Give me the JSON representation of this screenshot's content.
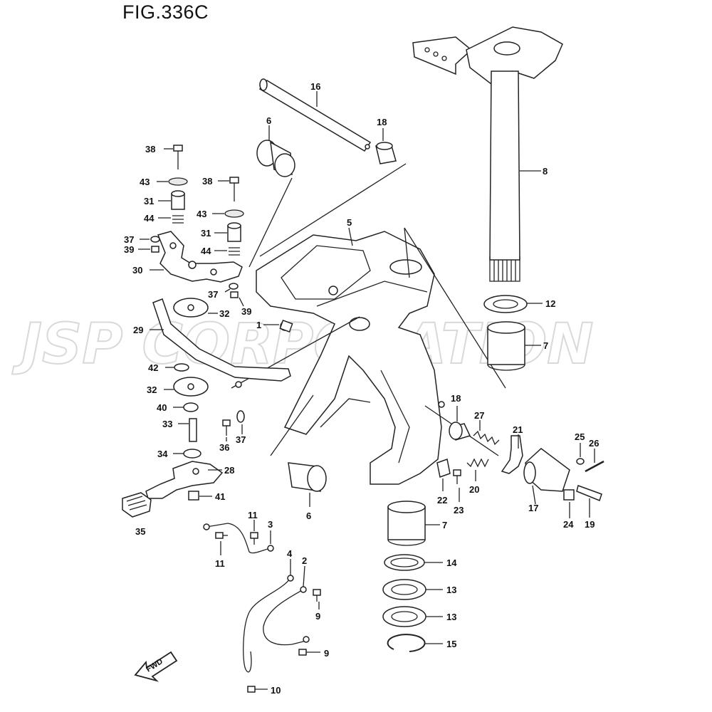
{
  "figure": {
    "title": "FIG.336C",
    "watermark": "JSP CORPORATION",
    "fwd_label": "FWD"
  },
  "callouts": [
    {
      "id": "c16",
      "text": "16"
    },
    {
      "id": "c6a",
      "text": "6"
    },
    {
      "id": "c18a",
      "text": "18"
    },
    {
      "id": "c8",
      "text": "8"
    },
    {
      "id": "c38a",
      "text": "38"
    },
    {
      "id": "c43a",
      "text": "43"
    },
    {
      "id": "c31a",
      "text": "31"
    },
    {
      "id": "c44a",
      "text": "44"
    },
    {
      "id": "c37a",
      "text": "37"
    },
    {
      "id": "c39a",
      "text": "39"
    },
    {
      "id": "c30",
      "text": "30"
    },
    {
      "id": "c38b",
      "text": "38"
    },
    {
      "id": "c43b",
      "text": "43"
    },
    {
      "id": "c31b",
      "text": "31"
    },
    {
      "id": "c44b",
      "text": "44"
    },
    {
      "id": "c37b",
      "text": "37"
    },
    {
      "id": "c39b",
      "text": "39"
    },
    {
      "id": "c5",
      "text": "5"
    },
    {
      "id": "c32a",
      "text": "32"
    },
    {
      "id": "c12",
      "text": "12"
    },
    {
      "id": "c1",
      "text": "1"
    },
    {
      "id": "c29",
      "text": "29"
    },
    {
      "id": "c7a",
      "text": "7"
    },
    {
      "id": "c42",
      "text": "42"
    },
    {
      "id": "c32b",
      "text": "32"
    },
    {
      "id": "c18b",
      "text": "18"
    },
    {
      "id": "c27",
      "text": "27"
    },
    {
      "id": "c40",
      "text": "40"
    },
    {
      "id": "c21",
      "text": "21"
    },
    {
      "id": "c33",
      "text": "33"
    },
    {
      "id": "c25",
      "text": "25"
    },
    {
      "id": "c26",
      "text": "26"
    },
    {
      "id": "c36",
      "text": "36"
    },
    {
      "id": "c37c",
      "text": "37"
    },
    {
      "id": "c34",
      "text": "34"
    },
    {
      "id": "c28",
      "text": "28"
    },
    {
      "id": "c20",
      "text": "20"
    },
    {
      "id": "c22",
      "text": "22"
    },
    {
      "id": "c41",
      "text": "41"
    },
    {
      "id": "c6b",
      "text": "6"
    },
    {
      "id": "c23",
      "text": "23"
    },
    {
      "id": "c17",
      "text": "17"
    },
    {
      "id": "c24",
      "text": "24"
    },
    {
      "id": "c19",
      "text": "19"
    },
    {
      "id": "c35",
      "text": "35"
    },
    {
      "id": "c11a",
      "text": "11"
    },
    {
      "id": "c3",
      "text": "3"
    },
    {
      "id": "c7b",
      "text": "7"
    },
    {
      "id": "c11b",
      "text": "11"
    },
    {
      "id": "c4",
      "text": "4"
    },
    {
      "id": "c2",
      "text": "2"
    },
    {
      "id": "c14",
      "text": "14"
    },
    {
      "id": "c13a",
      "text": "13"
    },
    {
      "id": "c9a",
      "text": "9"
    },
    {
      "id": "c13b",
      "text": "13"
    },
    {
      "id": "c15",
      "text": "15"
    },
    {
      "id": "c9b",
      "text": "9"
    },
    {
      "id": "c10",
      "text": "10"
    }
  ]
}
